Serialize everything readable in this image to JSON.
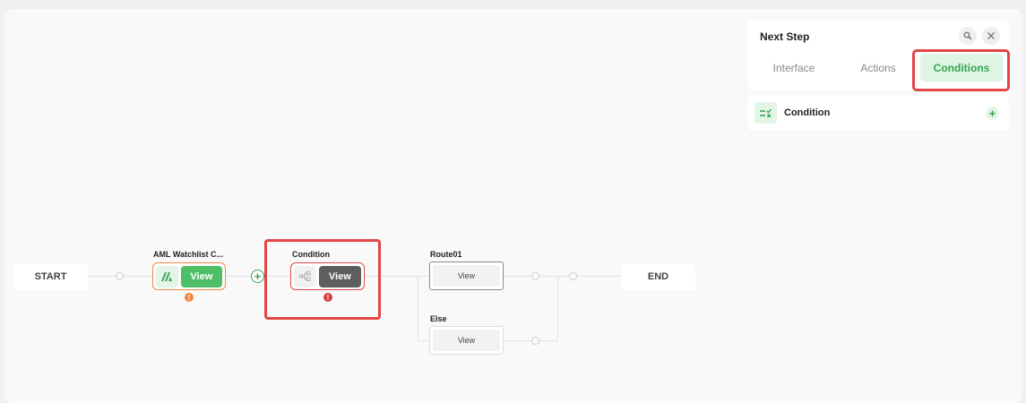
{
  "workflow": {
    "start_label": "START",
    "end_label": "END",
    "nodes": [
      {
        "title": "AML Watchlist C...",
        "button_label": "View",
        "icon": "aml-logo-icon",
        "status": "warning",
        "accent": "#f0883e"
      },
      {
        "title": "Condition",
        "button_label": "View",
        "icon": "branch-icon",
        "status": "error",
        "accent": "#e24646"
      }
    ],
    "routes": [
      {
        "title": "Route01",
        "button_label": "View"
      },
      {
        "title": "Else",
        "button_label": "View"
      }
    ],
    "warning_glyph": "!",
    "add_glyph": "+"
  },
  "panel": {
    "title": "Next Step",
    "search_icon": "search-icon",
    "close_icon": "close-icon",
    "tabs": [
      {
        "label": "Interface",
        "active": false
      },
      {
        "label": "Actions",
        "active": false
      },
      {
        "label": "Conditions",
        "active": true
      }
    ],
    "items": [
      {
        "label": "Condition",
        "icon": "condition-check-icon",
        "add_glyph": "+"
      }
    ]
  },
  "colors": {
    "accent_green": "#4fbf67",
    "active_tab_bg": "#dff4e3",
    "highlight_red": "#e24646",
    "warning_orange": "#f0883e",
    "dark_button": "#5e5e5e"
  }
}
